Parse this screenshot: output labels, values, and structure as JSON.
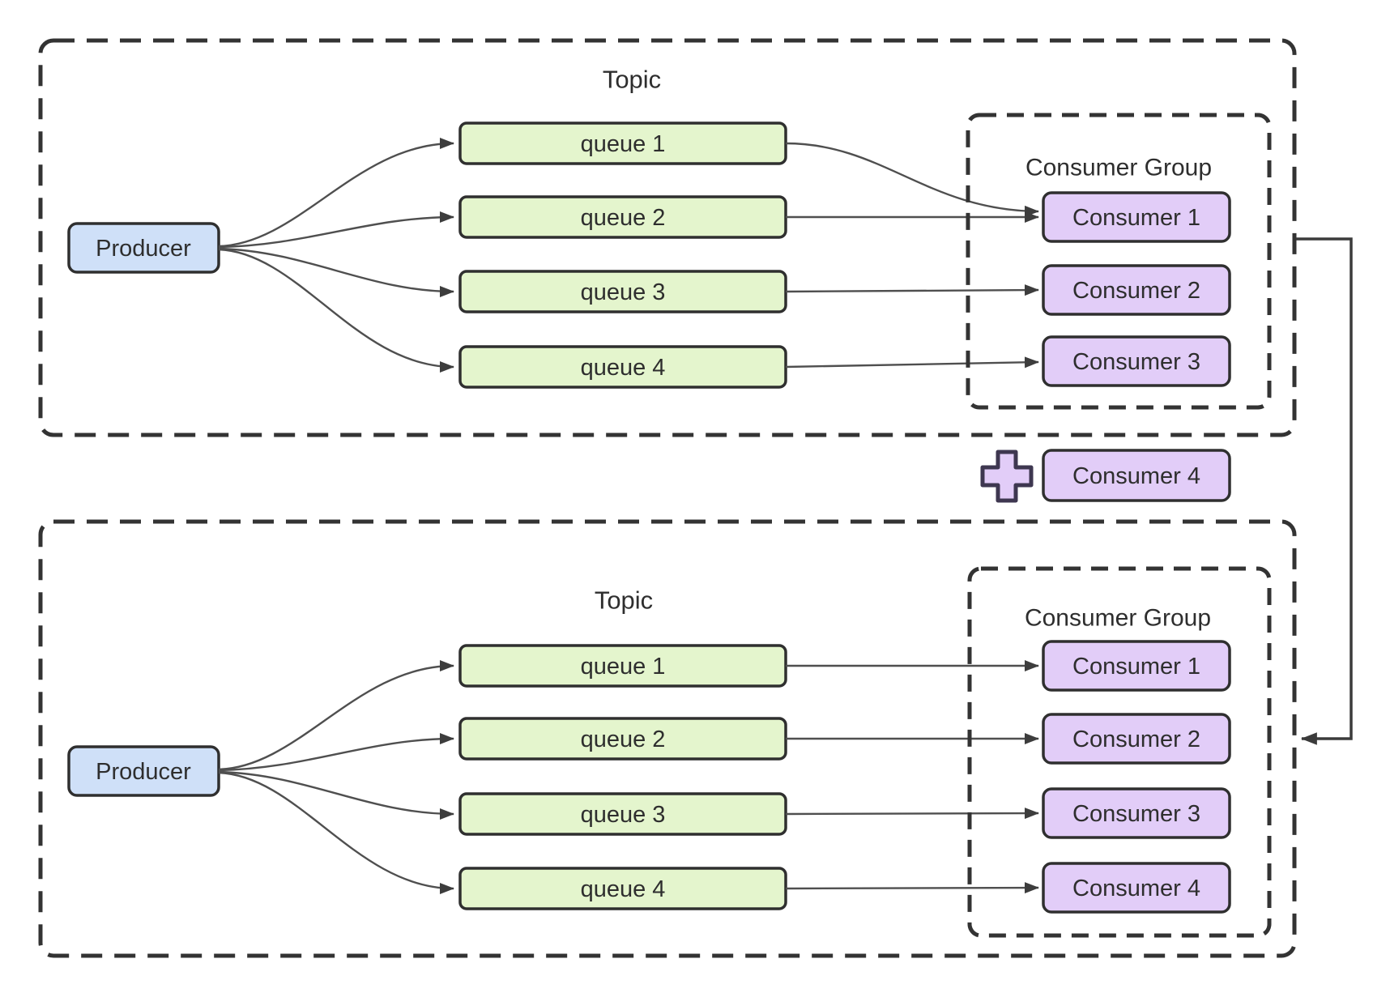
{
  "top_section": {
    "topic_label": "Topic",
    "producer_label": "Producer",
    "queues": [
      "queue 1",
      "queue 2",
      "queue 3",
      "queue 4"
    ],
    "consumer_group_label": "Consumer Group",
    "consumers": [
      "Consumer 1",
      "Consumer 2",
      "Consumer 3"
    ]
  },
  "added_consumer": {
    "label": "Consumer 4",
    "icon": "plus-icon"
  },
  "bottom_section": {
    "topic_label": "Topic",
    "producer_label": "Producer",
    "queues": [
      "queue 1",
      "queue 2",
      "queue 3",
      "queue 4"
    ],
    "consumer_group_label": "Consumer Group",
    "consumers": [
      "Consumer 1",
      "Consumer 2",
      "Consumer 3",
      "Consumer 4"
    ]
  },
  "colors": {
    "background": "#ffffff",
    "text": "#2e2e2e",
    "box_border": "#2f2f2f",
    "dashed_border": "#333333",
    "producer_fill": "#cfe0f8",
    "queue_fill": "#e4f5cd",
    "consumer_fill": "#e2cdf8",
    "plus_fill": "#e2cdf8",
    "plus_border": "#3e3750",
    "arrow_line": "#4f4f4f",
    "arrow_head": "#3d3d3d",
    "rebalance_arrow": "#3b3b3b"
  }
}
